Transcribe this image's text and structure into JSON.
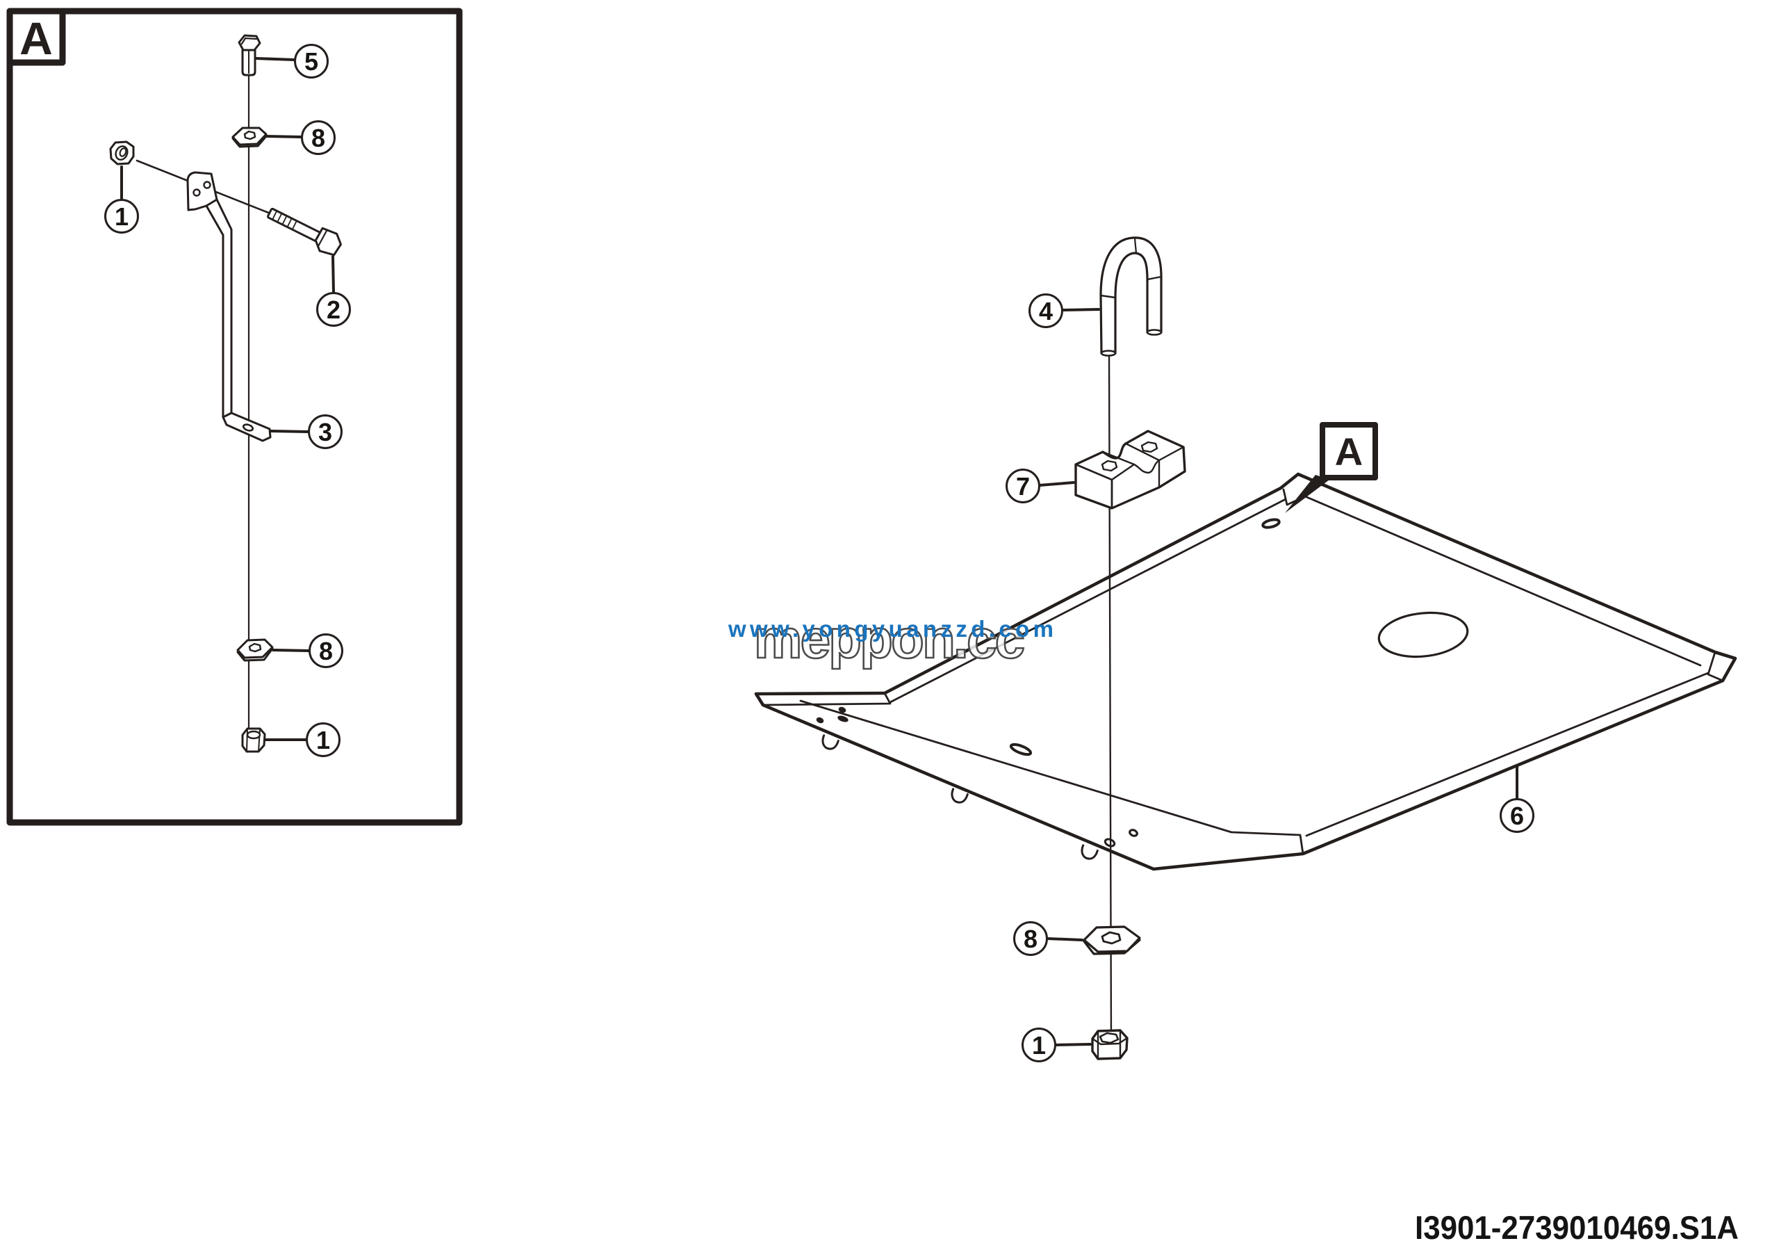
{
  "detail_box": {
    "label": "A"
  },
  "plate_marker": {
    "label": "A"
  },
  "callouts": {
    "detail": {
      "bolt": "5",
      "washer_top": "8",
      "nut_top": "1",
      "side_bolt": "2",
      "bracket": "3",
      "washer_bottom": "8",
      "nut_bottom": "1"
    },
    "main": {
      "u_bolt": "4",
      "clamp_block": "7",
      "skid_plate": "6",
      "washer": "8",
      "nut": "1"
    }
  },
  "watermark": {
    "blue_text": "www.yongyuanzzd.com",
    "outline_text": "meppon.cc",
    "blue_color": "#1A74BD"
  },
  "footer": {
    "part_code": "I3901-2739010469.S1A"
  },
  "colors": {
    "ink": "#241F1D",
    "background": "#FFFFFF"
  }
}
